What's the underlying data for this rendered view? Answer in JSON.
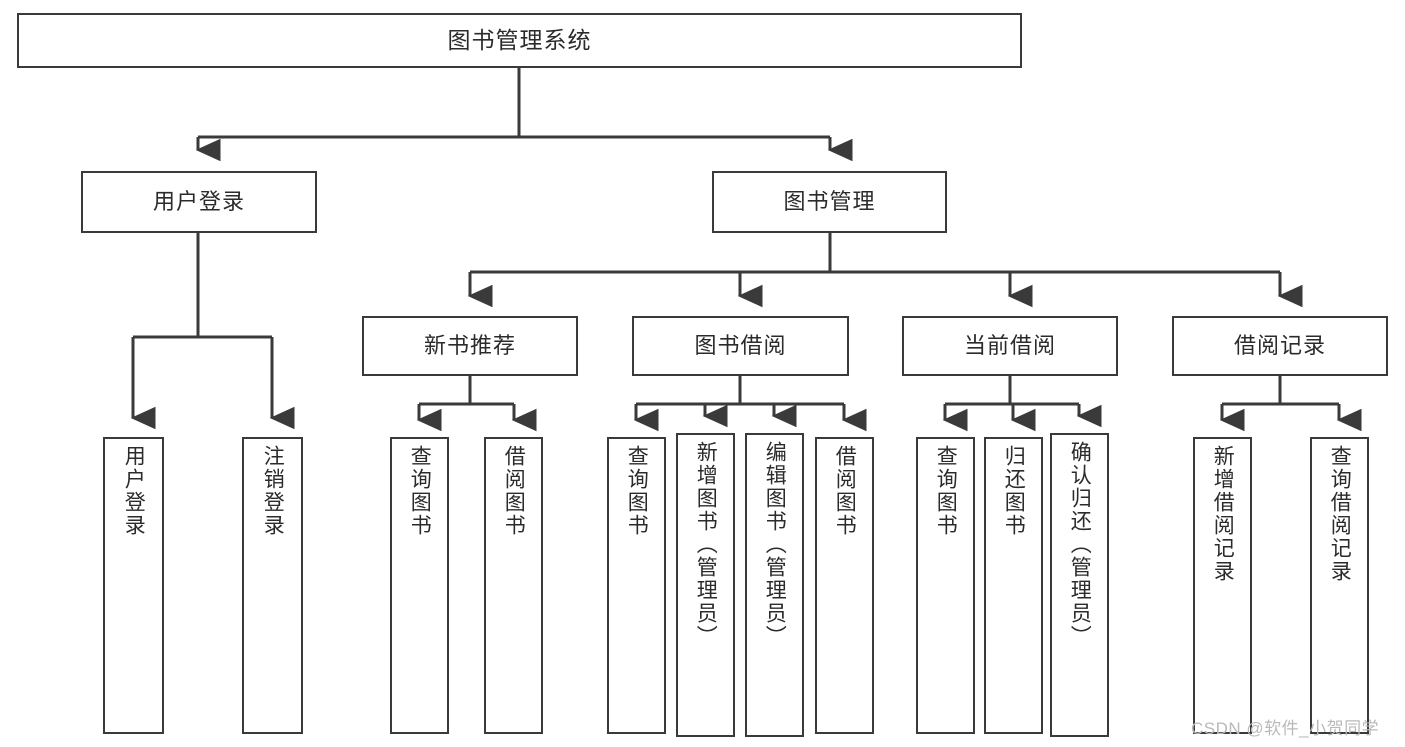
{
  "diagram": {
    "title": "图书管理系统",
    "type": "hierarchy-tree",
    "line_color": "#3a3a3a",
    "box_border_color": "#3a3a3a",
    "box_fill_color": "#ffffff",
    "text_color": "#2b2b2b",
    "levels": {
      "root": {
        "label": "图书管理系统"
      },
      "level2": [
        {
          "label": "用户登录"
        },
        {
          "label": "图书管理"
        }
      ],
      "level3": [
        {
          "label": "新书推荐"
        },
        {
          "label": "图书借阅"
        },
        {
          "label": "当前借阅"
        },
        {
          "label": "借阅记录"
        }
      ],
      "leaves": {
        "user_login": [
          {
            "label": "用户登录"
          },
          {
            "label": "注销登录"
          }
        ],
        "new_book_recommend": [
          {
            "label": "查询图书"
          },
          {
            "label": "借阅图书"
          }
        ],
        "book_borrow": [
          {
            "label": "查询图书"
          },
          {
            "label": "新增图书（管理员）"
          },
          {
            "label": "编辑图书（管理员）"
          },
          {
            "label": "借阅图书"
          }
        ],
        "current_borrow": [
          {
            "label": "查询图书"
          },
          {
            "label": "归还图书"
          },
          {
            "label": "确认归还（管理员）"
          }
        ],
        "borrow_record": [
          {
            "label": "新增借阅记录"
          },
          {
            "label": "查询借阅记录"
          }
        ]
      }
    }
  },
  "watermark": {
    "text": "CSDN @软件_小贺同学"
  }
}
